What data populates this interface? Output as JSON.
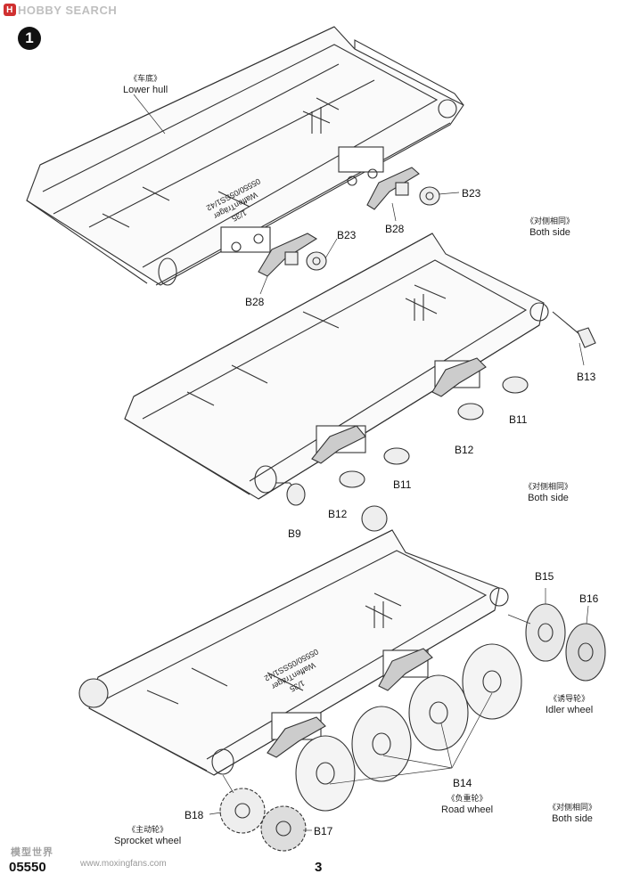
{
  "watermark": {
    "badge": "H",
    "text": "HOBBY SEARCH"
  },
  "step": {
    "number": "1"
  },
  "labels": {
    "lower_hull_cn": "《车底》",
    "lower_hull_en": "Lower hull",
    "both_side_1_cn": "《对侧相同》",
    "both_side_1_en": "Both side",
    "both_side_2_cn": "《对侧相同》",
    "both_side_2_en": "Both side",
    "both_side_3_cn": "《对侧相同》",
    "both_side_3_en": "Both side",
    "idler_cn": "《诱导轮》",
    "idler_en": "Idler wheel",
    "road_cn": "《负重轮》",
    "road_en": "Road wheel",
    "sprocket_cn": "《主动轮》",
    "sprocket_en": "Sprocket wheel"
  },
  "hull_text": {
    "line1": "05550/05SS1/42",
    "line2": "WaffenTräger",
    "line3": "1/35"
  },
  "parts": {
    "b23_a": "B23",
    "b28_a": "B28",
    "b23_b": "B23",
    "b28_b": "B28",
    "b13": "B13",
    "b11_a": "B11",
    "b12_a": "B12",
    "b11_b": "B11",
    "b12_b": "B12",
    "b9": "B9",
    "b15": "B15",
    "b16": "B16",
    "b14": "B14",
    "b18": "B18",
    "b17": "B17"
  },
  "footer": {
    "code": "05550",
    "page": "3",
    "site_name": "模型世界",
    "url": "www.moxingfans.com"
  }
}
